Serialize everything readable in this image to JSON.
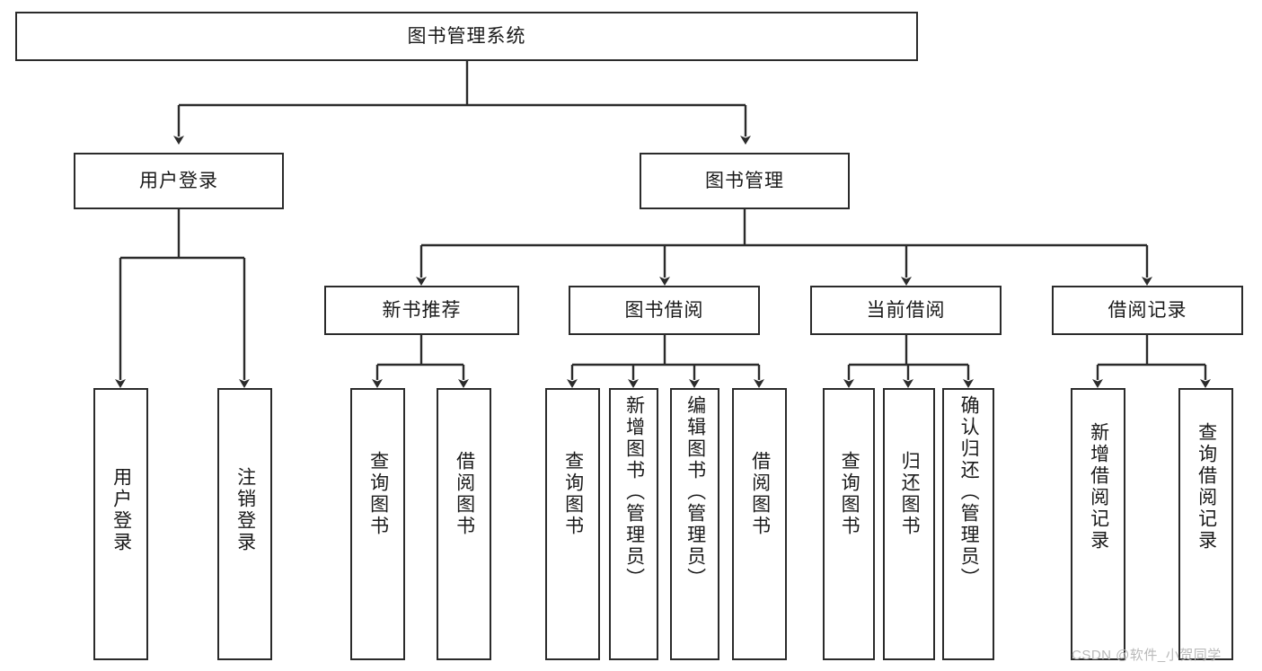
{
  "diagram": {
    "title_box": {
      "label": "图书管理系统"
    },
    "level1": [
      {
        "label": "用户登录"
      },
      {
        "label": "图书管理"
      }
    ],
    "level2": [
      {
        "label": "新书推荐"
      },
      {
        "label": "图书借阅"
      },
      {
        "label": "当前借阅"
      },
      {
        "label": "借阅记录"
      }
    ],
    "leaves": {
      "user_login": [
        {
          "label": "用户登录"
        },
        {
          "label": "注销登录"
        }
      ],
      "new_book_recommend": [
        {
          "label": "查询图书"
        },
        {
          "label": "借阅图书"
        }
      ],
      "book_borrow": [
        {
          "label": "查询图书"
        },
        {
          "label": "新增图书（管理员）"
        },
        {
          "label": "编辑图书（管理员）"
        },
        {
          "label": "借阅图书"
        }
      ],
      "current_borrow": [
        {
          "label": "查询图书"
        },
        {
          "label": "归还图书"
        },
        {
          "label": "确认归还（管理员）"
        }
      ],
      "borrow_record": [
        {
          "label": "新增借阅记录"
        },
        {
          "label": "查询借阅记录"
        }
      ]
    }
  },
  "watermark": {
    "text": "CSDN @软件_小贺同学"
  },
  "colors": {
    "stroke": "#2b2b2b",
    "background": "#ffffff",
    "text": "#1a1a1a",
    "watermark": "#b9b9b9"
  }
}
